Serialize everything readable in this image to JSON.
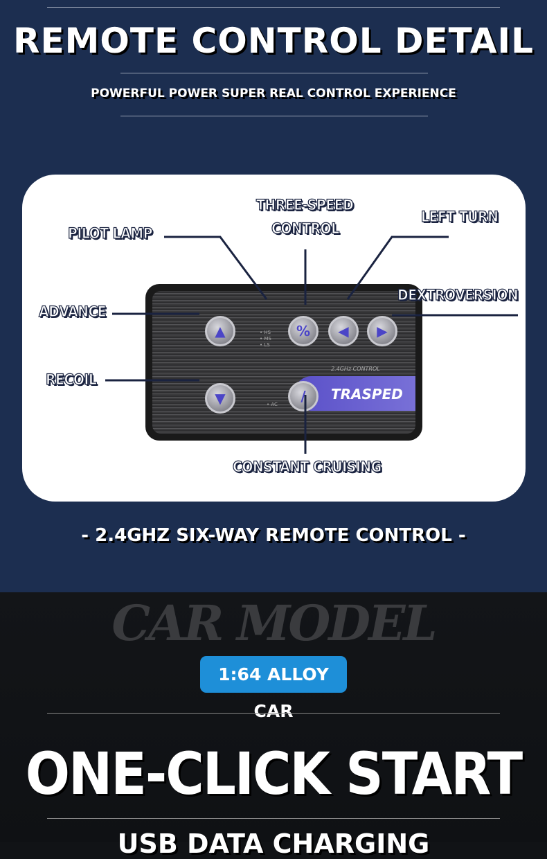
{
  "header": {
    "title": "REMOTE CONTROL DETAIL",
    "subtitle": "POWERFUL POWER SUPER REAL CONTROL EXPERIENCE"
  },
  "callouts": {
    "pilot_lamp": "PILOT LAMP",
    "three_speed_1": "THREE-SPEED",
    "three_speed_2": "CONTROL",
    "left_turn": "LEFT TURN",
    "dextroversion": "DEXTROVERSION",
    "advance": "ADVANCE",
    "recoil": "RECOIL",
    "constant_cruising": "CONSTANT CRUISING"
  },
  "remote": {
    "speed_hs": "• HS",
    "speed_ms": "• MS",
    "speed_ls": "• LS",
    "ac": "• AC",
    "percent": "%",
    "freq": "2.4GHz CONTROL",
    "brand": "TRASPED"
  },
  "caption": "- 2.4GHZ SIX-WAY REMOTE CONTROL -",
  "bottom": {
    "badge": "1:64 ALLOY CAR",
    "ghost": "CAR MODEL",
    "title": "ONE-CLICK START",
    "subtitle": "USB DATA CHARGING"
  },
  "colors": {
    "navy": "#1c2e50",
    "accent": "#1e8fd8",
    "button_glyph": "#4b45c7"
  }
}
